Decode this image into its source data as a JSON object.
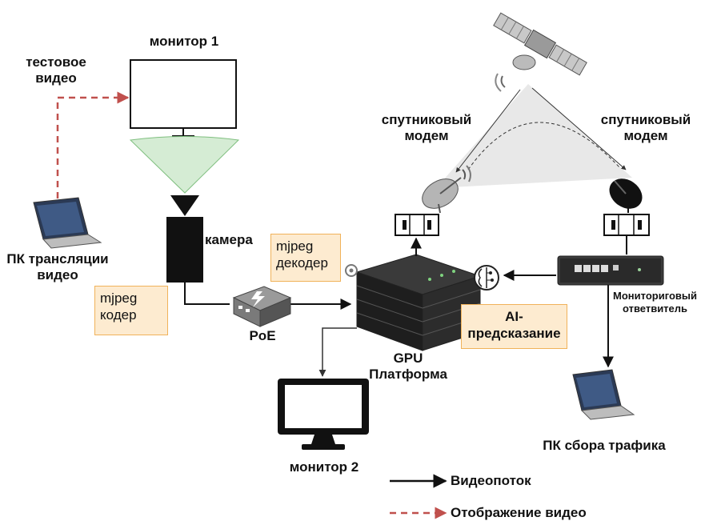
{
  "labels": {
    "monitor1": "монитор 1",
    "test_video": "тестовое\nвидео",
    "broadcast_pc": "ПК трансляции\nвидео",
    "camera": "камера",
    "poe": "PoE",
    "gpu_platform": "GPU\nПлатформа",
    "monitor2": "монитор 2",
    "sat_modem_left": "спутниковый\nмодем",
    "sat_modem_right": "спутниковый\nмодем",
    "monitoring_tap": "Мониториговый\nответвитель",
    "traffic_pc": "ПК сбора трафика"
  },
  "boxes": {
    "encoder": "mjpeg\nкодер",
    "decoder": "mjpeg\nдекодер",
    "ai_prediction": "AI-\nпредсказание"
  },
  "legend": {
    "video_stream": "Видеопоток",
    "video_display": "Отображение видео"
  },
  "colors": {
    "dashed_arrow": "#c0504d",
    "box_fill": "#fdebd0",
    "box_border": "#f0b25a",
    "camera_cone": "#d5ecd4",
    "satellite_triangle": "#e8e8e8"
  },
  "icons": {
    "monitor1": "monitor-icon",
    "monitor2": "monitor-icon",
    "broadcast_pc": "laptop-icon",
    "traffic_pc": "laptop-icon",
    "camera": "camera-icon",
    "poe": "poe-switch-icon",
    "gpu": "server-icon",
    "satellite": "satellite-icon",
    "dish_left": "satellite-dish-icon",
    "dish_right": "satellite-dish-icon",
    "tap": "network-tap-icon",
    "ai": "brain-chip-icon"
  }
}
